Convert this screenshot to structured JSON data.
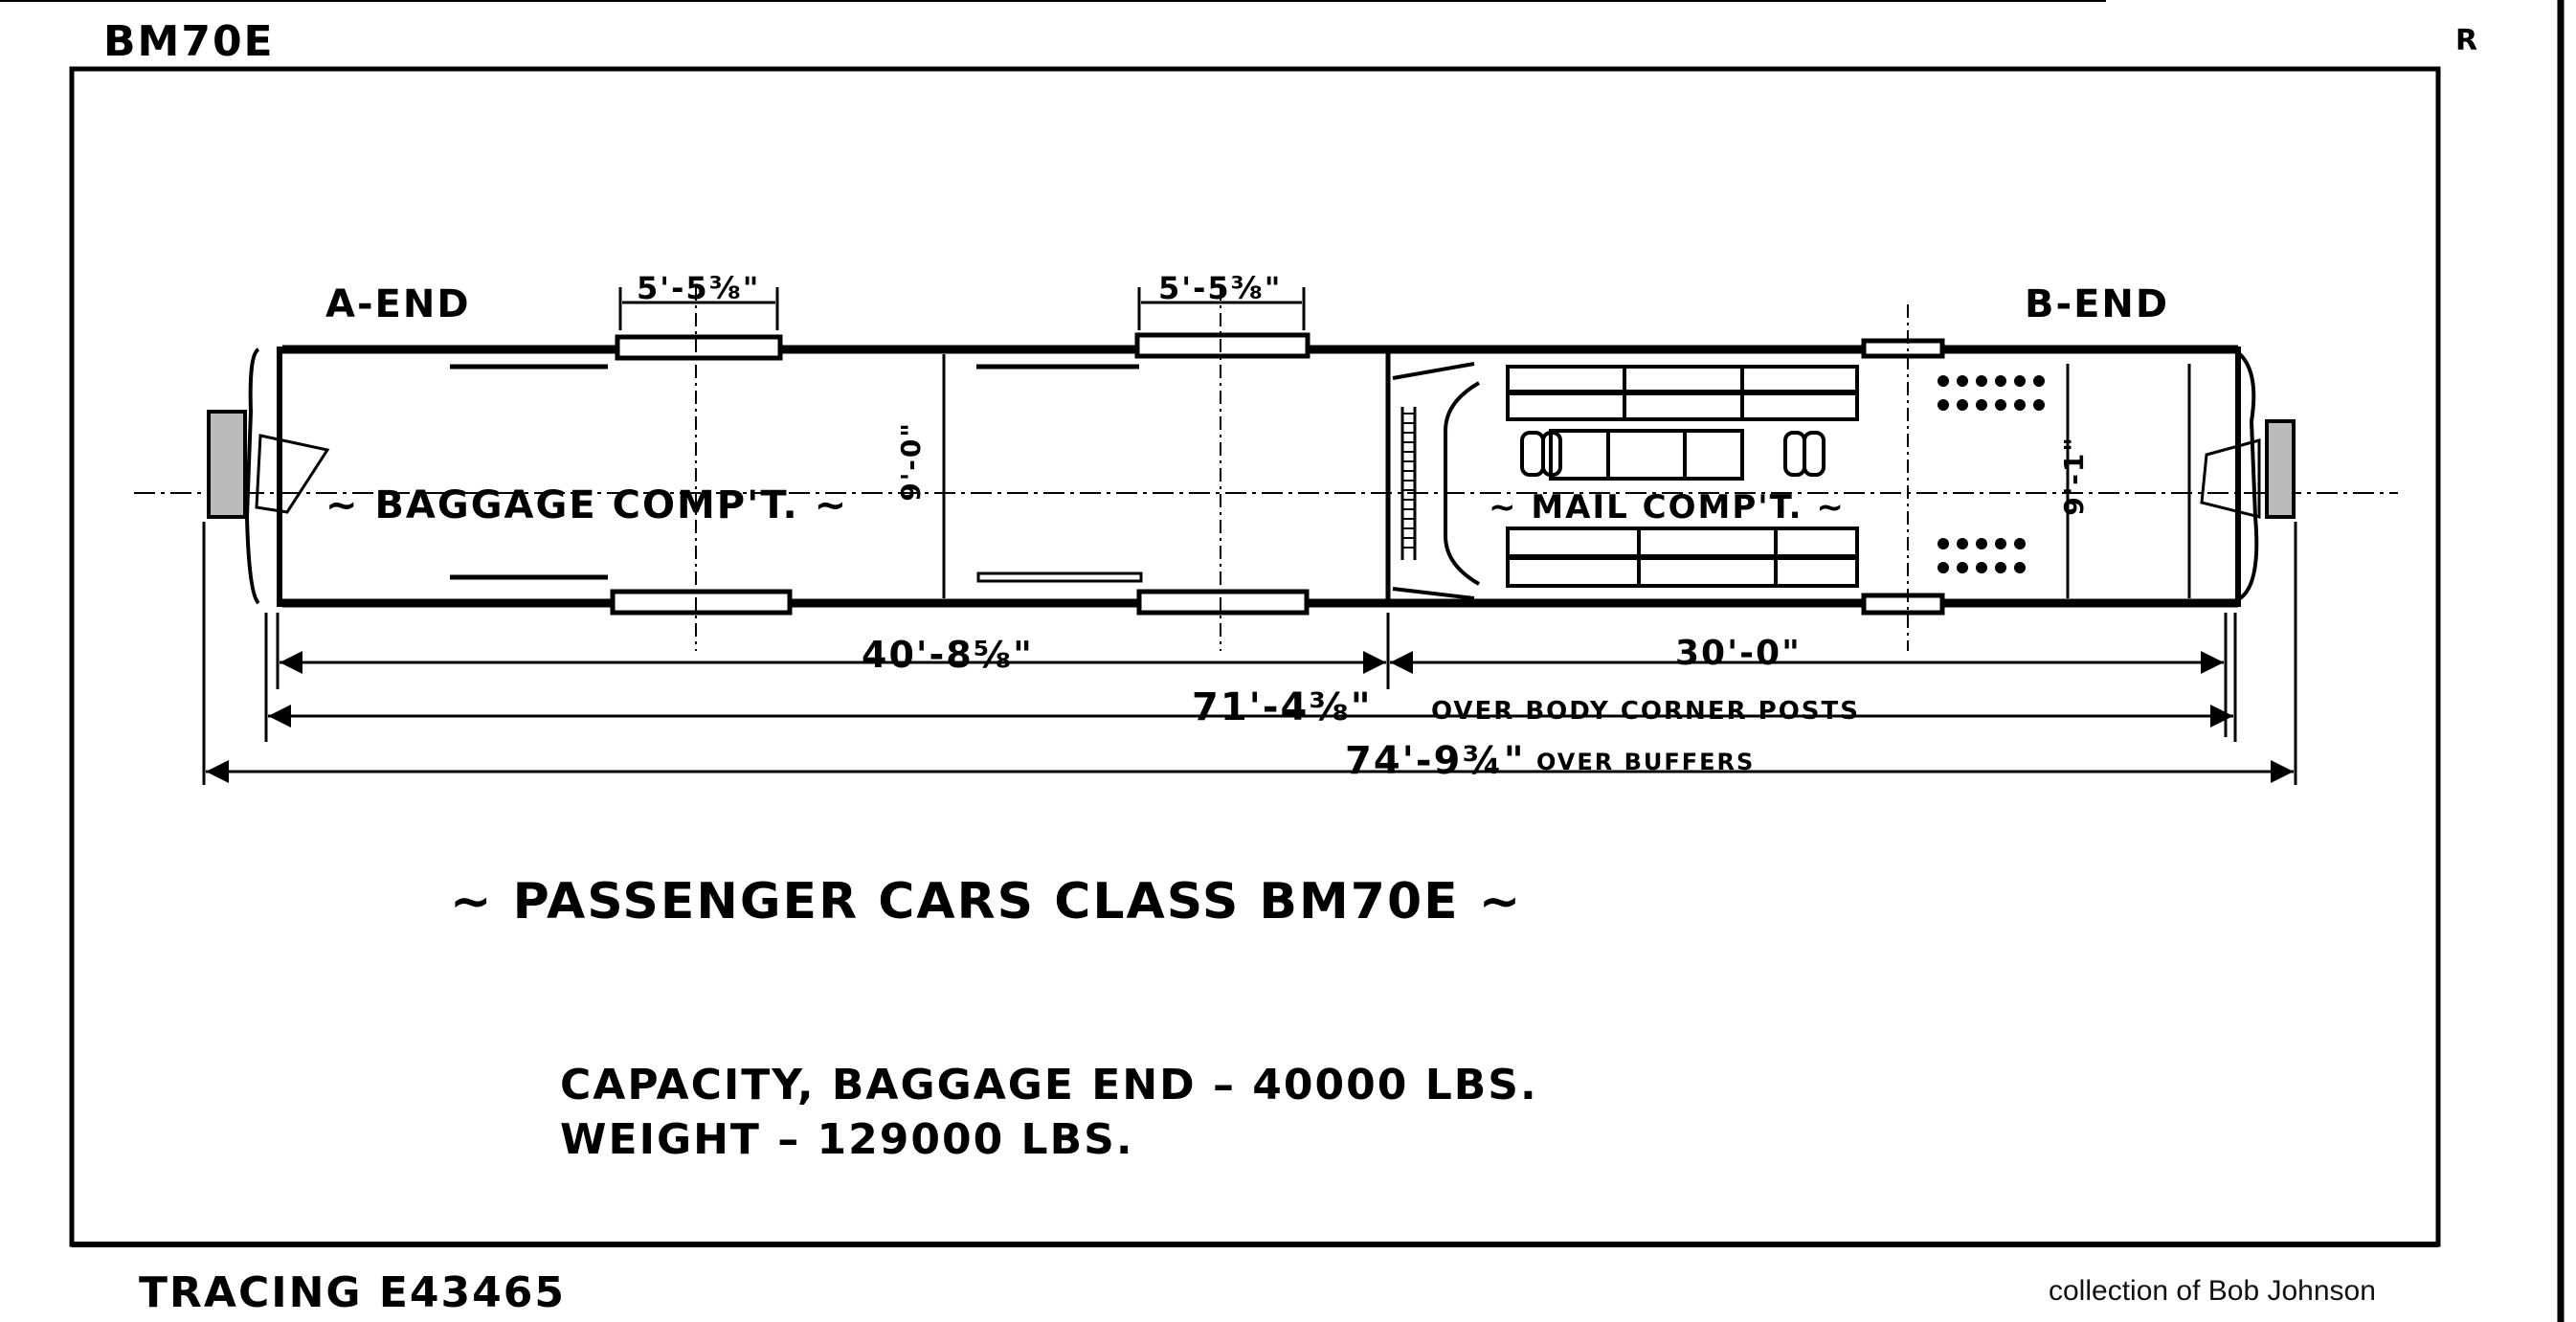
{
  "sheet": {
    "class_code": "BM70E",
    "corner_mark": "R",
    "tracing": "TRACING E43465",
    "credit": "collection of Bob Johnson"
  },
  "plan": {
    "a_end_label": "A-END",
    "b_end_label": "B-END",
    "baggage_label": "~ BAGGAGE COMP'T. ~",
    "mail_label": "~ MAIL COMP'T. ~",
    "door_width_1": "5'-5⅜\"",
    "door_width_2": "5'-5⅜\"",
    "inside_width": "9'-0\"",
    "b_end_width": "9'-1\""
  },
  "dimensions": {
    "baggage_length": "40'-8⅝\"",
    "mail_length": "30'-0\"",
    "body_length": "71'-4⅜\"",
    "body_length_note": "OVER BODY CORNER POSTS",
    "overall_length": "74'-9¾\"",
    "overall_length_note": "OVER BUFFERS"
  },
  "title": "~ PASSENGER CARS CLASS BM70E ~",
  "specs": {
    "capacity": "CAPACITY, BAGGAGE END – 40000 LBS.",
    "weight": "WEIGHT – 129000 LBS."
  },
  "colors": {
    "ink": "#000000",
    "paper": "#ffffff"
  }
}
